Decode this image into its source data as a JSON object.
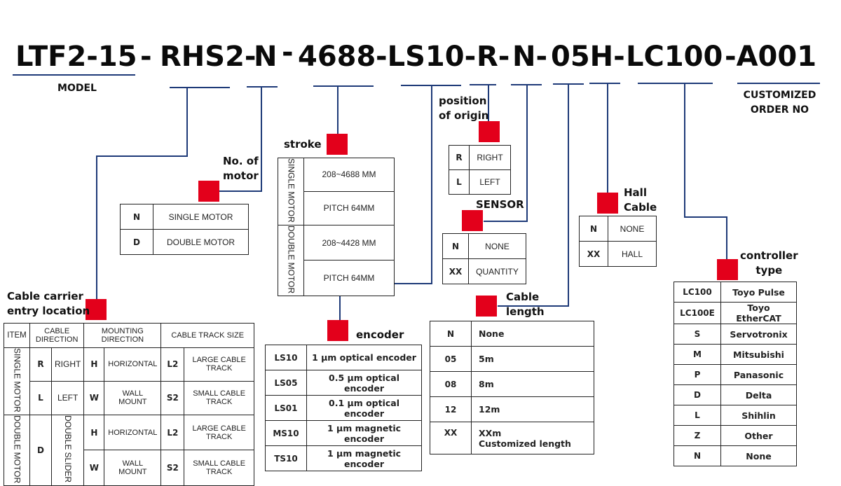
{
  "model_code": {
    "segments": [
      "LTF2-15",
      "-",
      "RHS2-",
      "N",
      "-",
      "4688",
      "-LS10-",
      "R-",
      "N-",
      "05H-",
      "LC100",
      "-A001"
    ]
  },
  "captions": {
    "model": "MODEL",
    "customized_line1": "CUSTOMIZED",
    "customized_line2": "ORDER NO"
  },
  "labels": {
    "no_of_motor": [
      "No. of",
      "motor"
    ],
    "stroke": "stroke",
    "position_of_origin": [
      "position",
      "of origin"
    ],
    "sensor": "SENSOR",
    "hall_cable": [
      "Hall",
      "Cable"
    ],
    "cable_carrier": [
      "Cable carrier",
      "entry location"
    ],
    "encoder": "encoder",
    "cable_length": [
      "Cable",
      "length"
    ],
    "controller_type": [
      "controller",
      "type"
    ]
  },
  "motor_table": {
    "rows": [
      {
        "code": "N",
        "desc": "SINGLE MOTOR"
      },
      {
        "code": "D",
        "desc": "DOUBLE MOTOR"
      }
    ]
  },
  "stroke_table": {
    "groups": [
      {
        "label": "SINGLE MOTOR",
        "rows": [
          "208~4688 MM",
          "PITCH 64MM"
        ]
      },
      {
        "label": "DOUBLE MOTOR",
        "rows": [
          "208~4428 MM",
          "PITCH 64MM"
        ]
      }
    ]
  },
  "origin_table": {
    "rows": [
      {
        "code": "R",
        "desc": "RIGHT"
      },
      {
        "code": "L",
        "desc": "LEFT"
      }
    ]
  },
  "sensor_table": {
    "rows": [
      {
        "code": "N",
        "desc": "NONE"
      },
      {
        "code": "XX",
        "desc": "QUANTITY"
      }
    ]
  },
  "hall_table": {
    "rows": [
      {
        "code": "N",
        "desc": "NONE"
      },
      {
        "code": "XX",
        "desc": "HALL"
      }
    ]
  },
  "cable_carrier_table": {
    "headers": [
      "ITEM",
      "CABLE DIRECTION",
      "MOUNTING DIRECTION",
      "CABLE TRACK SIZE"
    ],
    "single_motor": "SINGLE MOTOR",
    "double_motor": "DOUBLE MOTOR",
    "double_slider": "DOUBLE SLIDER",
    "dir_r_code": "R",
    "dir_r": "RIGHT",
    "dir_l_code": "L",
    "dir_l": "LEFT",
    "dir_d_code": "D",
    "rows": [
      {
        "mount_code": "H",
        "mount": "HORIZONTAL",
        "size_code": "L2",
        "size": "LARGE CABLE TRACK"
      },
      {
        "mount_code": "W",
        "mount": "WALL MOUNT",
        "size_code": "S2",
        "size": "SMALL CABLE TRACK"
      },
      {
        "mount_code": "H",
        "mount": "HORIZONTAL",
        "size_code": "L2",
        "size": "LARGE CABLE TRACK"
      },
      {
        "mount_code": "W",
        "mount": "WALL MOUNT",
        "size_code": "S2",
        "size": "SMALL CABLE TRACK"
      }
    ]
  },
  "encoder_table": {
    "rows": [
      {
        "code": "LS10",
        "desc": "1 µm optical encoder"
      },
      {
        "code": "LS05",
        "desc": "0.5 µm optical encoder"
      },
      {
        "code": "LS01",
        "desc": "0.1 µm optical encoder"
      },
      {
        "code": "MS10",
        "desc": "1 µm magnetic encoder"
      },
      {
        "code": "TS10",
        "desc": "1 µm magnetic encoder"
      }
    ]
  },
  "cable_length_table": {
    "rows": [
      {
        "code": "N",
        "desc": "None"
      },
      {
        "code": "05",
        "desc": "5m"
      },
      {
        "code": "08",
        "desc": "8m"
      },
      {
        "code": "12",
        "desc": "12m"
      },
      {
        "code": "XX",
        "desc": "XXm",
        "desc2": "Customized length"
      }
    ]
  },
  "controller_table": {
    "rows": [
      {
        "code": "LC100",
        "desc": "Toyo Pulse"
      },
      {
        "code": "LC100E",
        "desc": "Toyo EtherCAT"
      },
      {
        "code": "S",
        "desc": "Servotronix"
      },
      {
        "code": "M",
        "desc": "Mitsubishi"
      },
      {
        "code": "P",
        "desc": "Panasonic"
      },
      {
        "code": "D",
        "desc": "Delta"
      },
      {
        "code": "L",
        "desc": "Shihlin"
      },
      {
        "code": "Z",
        "desc": "Other"
      },
      {
        "code": "N",
        "desc": "None"
      }
    ]
  },
  "colors": {
    "line": "#1e3a78",
    "marker": "#e3001b",
    "text": "#111111"
  }
}
